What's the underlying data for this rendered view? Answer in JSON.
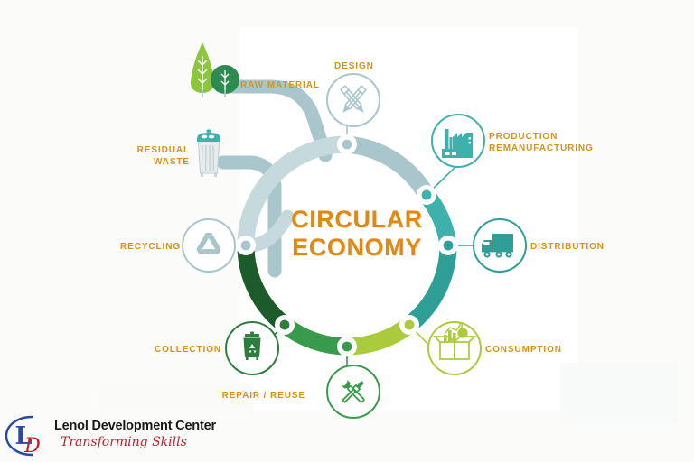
{
  "title": "CIRCULAR ECONOMY",
  "center": {
    "line1": "CIRCULAR",
    "line2": "ECONOMY"
  },
  "colors": {
    "label_orange": "#D99217",
    "title_orange": "#E08A13",
    "pale_blue": "#A9C6CC",
    "pale_blue_light": "#C6DADE",
    "teal": "#3FB1AC",
    "teal_dark": "#2E9E97",
    "green_dark": "#1E5B2A",
    "green_mid": "#3A9A4B",
    "green_lime": "#AACB3C",
    "logo_blue": "#2B4A9B",
    "logo_red": "#C02026",
    "background": "#fbfbfa",
    "panel": "#ffffff"
  },
  "nodes": [
    {
      "id": "design",
      "label": "DESIGN",
      "icon": "crossed-pencils-icon",
      "color": "#A9C6CC",
      "ring_color": "#A9C6CC"
    },
    {
      "id": "production",
      "label": "PRODUCTION\nREMANUFACTURING",
      "icon": "factory-icon",
      "color": "#3FB1AC",
      "ring_color": "#3FB1AC"
    },
    {
      "id": "distribution",
      "label": "DISTRIBUTION",
      "icon": "truck-icon",
      "color": "#2E9E97",
      "ring_color": "#2E9E97"
    },
    {
      "id": "consumption",
      "label": "CONSUMPTION",
      "icon": "open-box-chart-icon",
      "color": "#AACB3C",
      "ring_color": "#AACB3C"
    },
    {
      "id": "repair-reuse",
      "label": "REPAIR / REUSE",
      "icon": "screwdriver-wrench-icon",
      "color": "#3A9A4B",
      "ring_color": "#3A9A4B"
    },
    {
      "id": "collection",
      "label": "COLLECTION",
      "icon": "recycle-bin-icon",
      "color": "#2E7D3E",
      "ring_color": "#2E7D3E"
    },
    {
      "id": "recycling",
      "label": "RECYCLING",
      "icon": "recycle-arrows-icon",
      "color": "#A9C6CC",
      "ring_color": "#A9C6CC"
    }
  ],
  "side_nodes": [
    {
      "id": "raw-material",
      "label": "RAW MATERIAL",
      "icon": "trees-icon"
    },
    {
      "id": "residual-waste",
      "label": "RESIDUAL\nWASTE",
      "icon": "trash-can-icon"
    }
  ],
  "ring_segments": [
    {
      "from": "recycling",
      "to": "design",
      "color": "#C6DADE"
    },
    {
      "from": "design",
      "to": "production",
      "color": "#A9C6CC"
    },
    {
      "from": "production",
      "to": "distribution",
      "color": "#3FB1AC"
    },
    {
      "from": "distribution",
      "to": "consumption",
      "color": "#2E9E97"
    },
    {
      "from": "consumption",
      "to": "repair-reuse",
      "color": "#AACB3C"
    },
    {
      "from": "repair-reuse",
      "to": "collection",
      "color": "#3A9A4B"
    },
    {
      "from": "collection",
      "to": "recycling",
      "color": "#1E5B2A"
    }
  ],
  "logo": {
    "name": "Lenol Development Center",
    "tagline": "Transforming Skills",
    "monogram_l": "L",
    "monogram_d": "D"
  }
}
